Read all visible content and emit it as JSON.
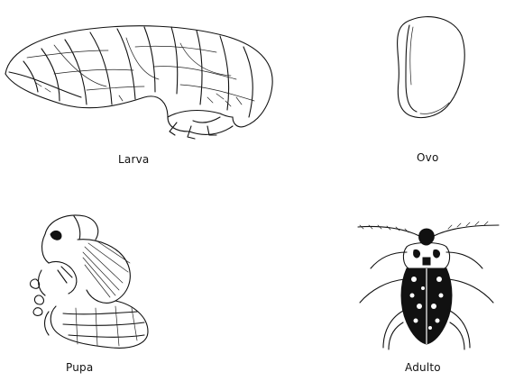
{
  "stages": {
    "larva": {
      "label": "Larva",
      "icon": "larva-drawing"
    },
    "egg": {
      "label": "Ovo",
      "icon": "egg-drawing"
    },
    "pupa": {
      "label": "Pupa",
      "icon": "pupa-drawing"
    },
    "adult": {
      "label": "Adulto",
      "icon": "adult-beetle-drawing"
    }
  },
  "colors": {
    "ink": "#111111",
    "background": "#ffffff"
  }
}
